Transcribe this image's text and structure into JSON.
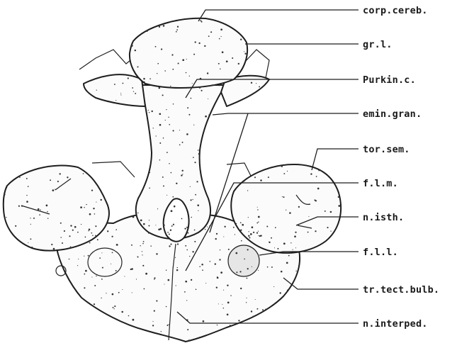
{
  "figure": {
    "labels": [
      {
        "id": "corp-cereb",
        "text": "corp.cereb."
      },
      {
        "id": "gr-l",
        "text": "gr.l."
      },
      {
        "id": "purkin-c",
        "text": "Purkin.c."
      },
      {
        "id": "emin-gran",
        "text": "emin.gran."
      },
      {
        "id": "tor-sem",
        "text": "tor.sem."
      },
      {
        "id": "f-l-m",
        "text": "f.l.m."
      },
      {
        "id": "n-isth",
        "text": "n.isth."
      },
      {
        "id": "f-l-l",
        "text": "f.l.l."
      },
      {
        "id": "tr-tect-bulb",
        "text": "tr.tect.bulb."
      },
      {
        "id": "n-interped",
        "text": "n.interped."
      }
    ]
  },
  "colors": {
    "ink": "#1e1e1e",
    "paper": "#ffffff",
    "stipple": "#333333"
  }
}
